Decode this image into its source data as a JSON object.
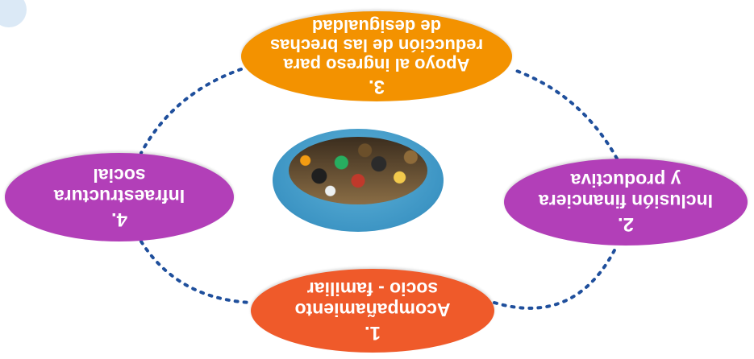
{
  "nodes": [
    {
      "id": "1",
      "number": "1.",
      "label": "Acompañamiento\nsocio - familiar",
      "color": "#ef5a2a"
    },
    {
      "id": "2",
      "number": "2.",
      "label": "Inclusión financiera\ny productiva",
      "color": "#b23fb8"
    },
    {
      "id": "3",
      "number": "3.",
      "label": "Apoyo al ingreso para\nreducción de las brechas\nde desigualdad",
      "color": "#f39200"
    },
    {
      "id": "4",
      "number": "4.",
      "label": "Infraestructura\nsocial",
      "color": "#b23fb8"
    }
  ],
  "connector_color": "#1f4f9c",
  "center_image": "crowd-of-people"
}
